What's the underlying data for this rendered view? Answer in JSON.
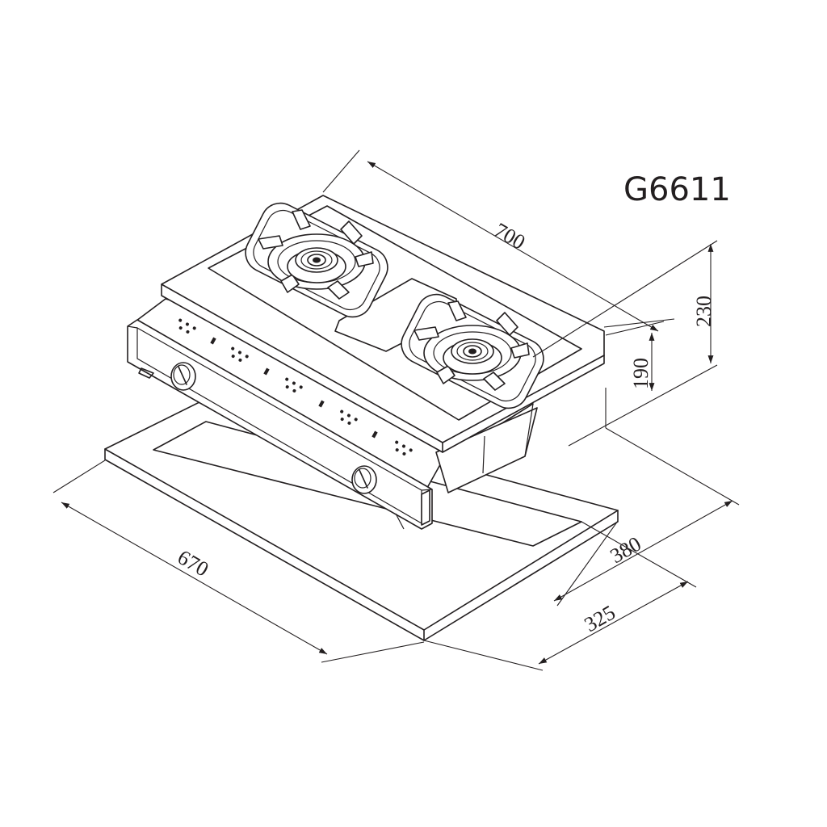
{
  "model": "G6611",
  "dimensions": {
    "width_top": "700",
    "height_total": "230",
    "height_body": "190",
    "cutout_width": "670",
    "cutout_depth_outer": "380",
    "cutout_depth_inner": "325"
  }
}
